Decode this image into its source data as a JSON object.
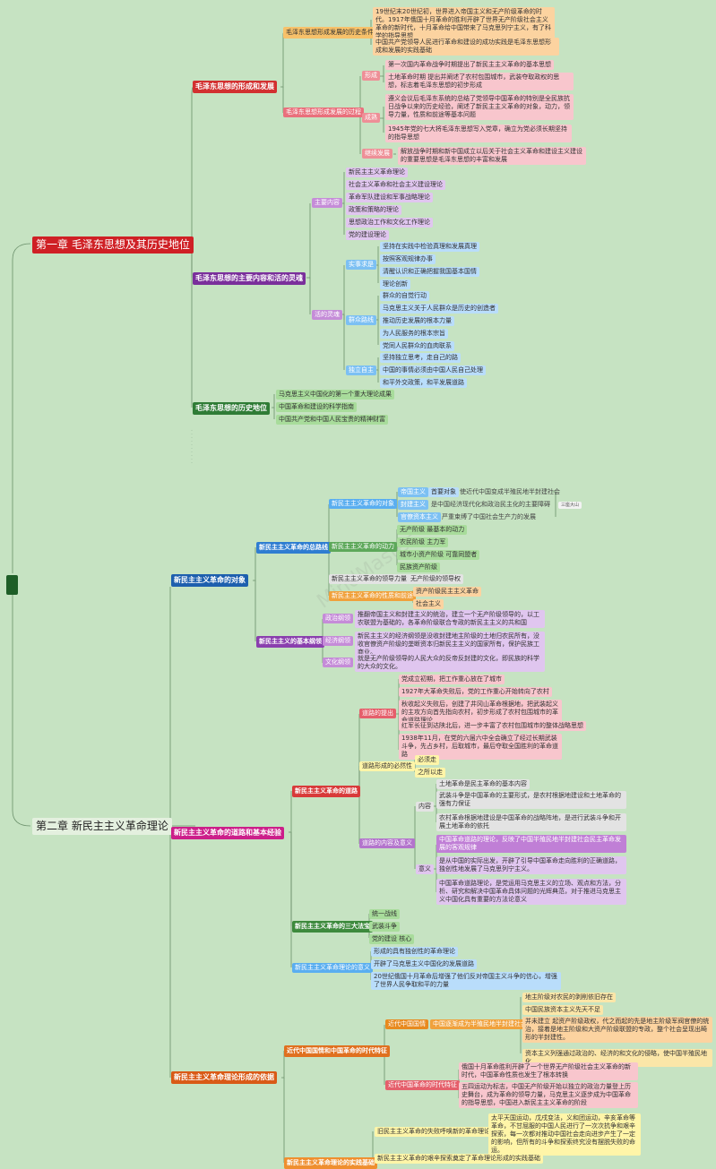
{
  "watermark": "MindMaster",
  "ch1": {
    "title": "第一章 毛泽东思想及其历史地位",
    "formation": {
      "label": "毛泽东思想的形成和发展",
      "conditions": {
        "label": "毛泽东思想形成发展的历史条件",
        "items": [
          "19世纪末20世纪初，世界进入帝国主义和无产阶级革命的时代。1917年俄国十月革命的胜利开辟了世界无产阶级社会主义革命的新时代，十月革命给中国带来了马克思列宁主义，有了科学的指导思想",
          "中国共产党领导人民进行革命和建设的成功实践是毛泽东思想形成和发展的实践基础"
        ]
      },
      "process": {
        "label": "毛泽东思想形成发展的过程",
        "form": {
          "label": "形成",
          "items": [
            "第一次国内革命战争时期提出了新民主主义革命的基本思想",
            "土地革命时期 提出并阐述了农村包围城市，武装夺取政权的思想，标志着毛泽东思想的初步形成"
          ]
        },
        "mature": {
          "label": "成熟",
          "items": [
            "遵义会议后毛泽东系统的总结了党领导中国革命的特别是全民族抗日战争以来的历史经验，阐述了新民主主义革命的对象，动力，领导力量，性质和前途等基本问题",
            "1945年党的七大将毛泽东思想写入党章，确立为党必须长期坚持的指导思想"
          ]
        },
        "develop": {
          "label": "继续发展",
          "items": [
            "解放战争时期和新中国成立以后关于社会主义革命和建设主义建设的重要思想是毛泽东思想的丰富和发展"
          ]
        }
      }
    },
    "content": {
      "label": "毛泽东思想的主要内容和活的灵魂",
      "main": {
        "label": "主要内容",
        "items": [
          "新民主主义革命理论",
          "社会主义革命和社会主义建设理论",
          "革命军队建设和军事战略理论",
          "政策和策略的理论",
          "思想政治工作和文化工作理论",
          "党的建设理论"
        ]
      },
      "soul": {
        "label": "活的灵魂",
        "seek": {
          "label": "实事求是",
          "items": [
            "坚持在实践中检验真理和发展真理",
            "按照客观规律办事",
            "清醒认识和正确把握我国基本国情",
            "理论创新"
          ]
        },
        "mass": {
          "label": "群众路线",
          "items": [
            "群众的自觉行动",
            "马克思主义关于人民群众是历史的创造者",
            "推动历史发展的根本力量",
            "为人民服务的根本宗旨",
            "党同人民群众的血肉联系"
          ]
        },
        "indep": {
          "label": "独立自主",
          "items": [
            "坚持独立思考，走自己的路",
            "中国的事情必须由中国人民自己处理",
            "和平外交政策，和平发展道路"
          ]
        }
      }
    },
    "status": {
      "label": "毛泽东思想的历史地位",
      "items": [
        "马克思主义中国化的第一个重大理论成果",
        "中国革命和建设的科学指南",
        "中国共产党和中国人民宝贵的精神财富"
      ]
    }
  },
  "ch2": {
    "title": "第二章 新民主主义革命理论",
    "object": {
      "label": "新民主主义革命的对象",
      "line": {
        "label": "新民主主义革命的总路线",
        "targets": {
          "label": "新民主主义革命的对象",
          "rows": [
            {
              "k": "帝国主义",
              "v": "首要对象",
              "d": "使近代中国变成半殖民地半封建社会"
            },
            {
              "k": "封建主义",
              "v": "",
              "d": "是中国经济现代化和政治民主化的主要障碍"
            },
            {
              "k": "官僚资本主义",
              "v": "",
              "d": "严重束缚了中国社会生产力的发展"
            }
          ],
          "note": "三座大山"
        },
        "force": {
          "label": "新民主主义革命的动力",
          "items": [
            "无产阶级   最基本的动力",
            "农民阶级   主力军",
            "城市小资产阶级   可靠同盟者",
            "民族资产阶级"
          ]
        },
        "leader": {
          "label": "新民主主义革命的领导力量",
          "item": "无产阶级的领导权"
        },
        "nature": {
          "label": "新民主主义革命的性质和前途",
          "items": [
            "资产阶级民主主义革命",
            "社会主义"
          ]
        }
      },
      "program": {
        "label": "新民主主义的基本纲领",
        "politics": {
          "label": "政治纲领",
          "text": "推翻帝国主义和封建主义的统治，建立一个无产阶级领导的，以工农联盟为基础的，各革命阶级联合专政的新民主主义的共和国"
        },
        "economy": {
          "label": "经济纲领",
          "text": "新民主主义的经济纲领是没收封建地主阶级的土地归农民所有，没收官僚资产阶级的垄断资本归新民主主义的国家所有，保护民族工商业。"
        },
        "culture": {
          "label": "文化纲领",
          "text": "就是无产阶级领导的人民大众的反帝反封建的文化，即民族的科学的大众的文化。"
        }
      }
    },
    "road": {
      "label": "新民主主义革命的道路和基本经验",
      "path": {
        "label": "新民主主义革命的道路",
        "propose": {
          "label": "道路的提出",
          "items": [
            "党成立初期，把工作重心放在了城市",
            "1927年大革命失败后，党的工作重心开始转向了农村",
            "秋收起义失败后，创建了井冈山革命根据地，把武装起义的主攻方向首先指向农村，初步形成了农村包围城市的革命道路理论",
            "红军长征到达陕北后，进一步丰富了农村包围城市的整体战略思想",
            "1938年11月，在党的六届六中全会确立了经过长期武装斗争，先占乡村，后取城市，最后夺取全国胜利的革命道路"
          ]
        },
        "necessity": {
          "label": "道路形成的必然性",
          "items": [
            "必须走",
            "之所以走"
          ]
        },
        "meaning": {
          "label": "道路的内容及意义",
          "content": {
            "label": "内容",
            "items": [
              "土地革命是民主革命的基本内容",
              "武装斗争是中国革命的主要形式，是农村根据地建设和土地革命的强有力保证",
              "农村革命根据地建设是中国革命的战略阵地，是进行武装斗争和开展土地革命的依托"
            ]
          },
          "significance": {
            "label": "意义",
            "items": [
              "中国革命道路的理论，反映了中国半殖民地半封建社会民主革命发展的客观规律",
              "是从中国的实际出发，开辟了引导中国革命走向胜利的正确道路，独创性地发展了马克思列宁主义。",
              "中国革命道路理论，是党运用马克思主义的立场、观点和方法，分析、研究和解决中国革命具体问题的光辉典范，对于推进马克思主义中国化具有重要的方法论意义"
            ]
          }
        }
      },
      "magic": {
        "label": "新民主主义革命的三大法宝",
        "items": [
          "统一战线",
          "武装斗争",
          "党的建设   核心"
        ]
      },
      "theory": {
        "label": "新民主主义革命理论的意义",
        "items": [
          "形成的具有独创性的革命理论",
          "开辟了马克思主义中国化的发展道路",
          "20世纪俄国十月革命后增强了他们反对帝国主义斗争的信心，增强了世界人民争取和平的力量"
        ]
      }
    },
    "basis": {
      "label": "新民主主义革命理论形成的依据",
      "era": {
        "label": "近代中国国情和中国革命的时代特征",
        "state": {
          "label": "近代中国国情",
          "semi": "中国逐渐成为半殖民地半封建社会",
          "items": [
            "地主阶级对农民的剥削依旧存在",
            "中国民族资本主义先天不足",
            "并未建立 起资产阶级政权，代之而起的先是地主阶级军阀官僚的统治，接着是地主阶级和大资产阶级联盟的专政，整个社会呈现出畸形的半封建性。",
            "资本主义列强通过政治的、经济的和文化的侵略，使中国半殖民地化"
          ]
        },
        "feature": {
          "label": "近代中国革命的时代特征",
          "items": [
            "俄国十月革命胜利开辟了一个世界无产阶级社会主义革命的新时代，中国革命性质也发生了根本转换",
            "五四运动为标志，中国无产阶级开始以独立的政治力量登上历史舞台，成为革命的领导力量，马克思主义逐步成为中国革命的指导思想，中国进入新民主主义革命的阶段"
          ]
        }
      },
      "practice": {
        "label": "新民主主义革命理论的实践基础",
        "old": {
          "label": "旧民主主义革命的失败呼唤新的革命理论",
          "text": "太平天国运动，戊戌变法，义和团运动，辛亥革命等革命，不甘屈服的中国人民进行了一次次抗争和艰辛探索，每一次都对推动中国社会走向进步产生了一定的影响，但所有的斗争和探索终究没有摆脱失败的命运。"
        },
        "new": {
          "label": "新民主主义革命的艰辛探索奠定了革命理论形成的实践基础"
        }
      }
    }
  }
}
